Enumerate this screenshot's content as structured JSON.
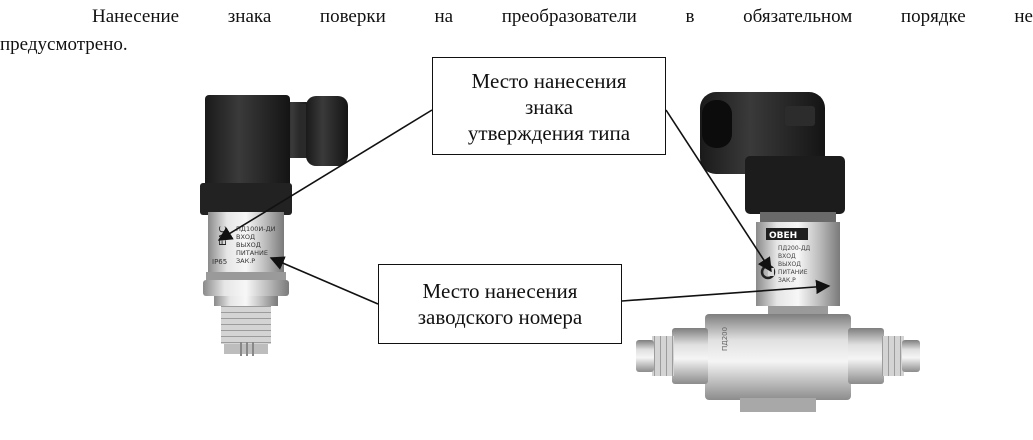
{
  "paragraph": {
    "line1_words": [
      "Нанесение",
      "знака",
      "поверки",
      "на",
      "преобразователи",
      "в",
      "обязательном",
      "порядке",
      "не"
    ],
    "line2": "предусмотрено."
  },
  "callouts": {
    "type_approval": [
      "Место нанесения",
      "знака",
      "утверждения типа"
    ],
    "serial_number": [
      "Место нанесения",
      "заводского номера"
    ]
  },
  "device_left": {
    "label_lines": [
      "ПД100И-ДИ",
      "ВХОД",
      "ВЫХОД",
      "ПИТАНИЕ",
      "ЗАК.Р"
    ],
    "mark": "ЕАС",
    "ip": "IP65"
  },
  "device_right": {
    "brand": "ОВЕН",
    "label_lines": [
      "ПД200-ДД",
      "ВХОД",
      "ВЫХОД",
      "ПИТАНИЕ",
      "ЗАК.Р"
    ],
    "body_text": "ПД200"
  }
}
